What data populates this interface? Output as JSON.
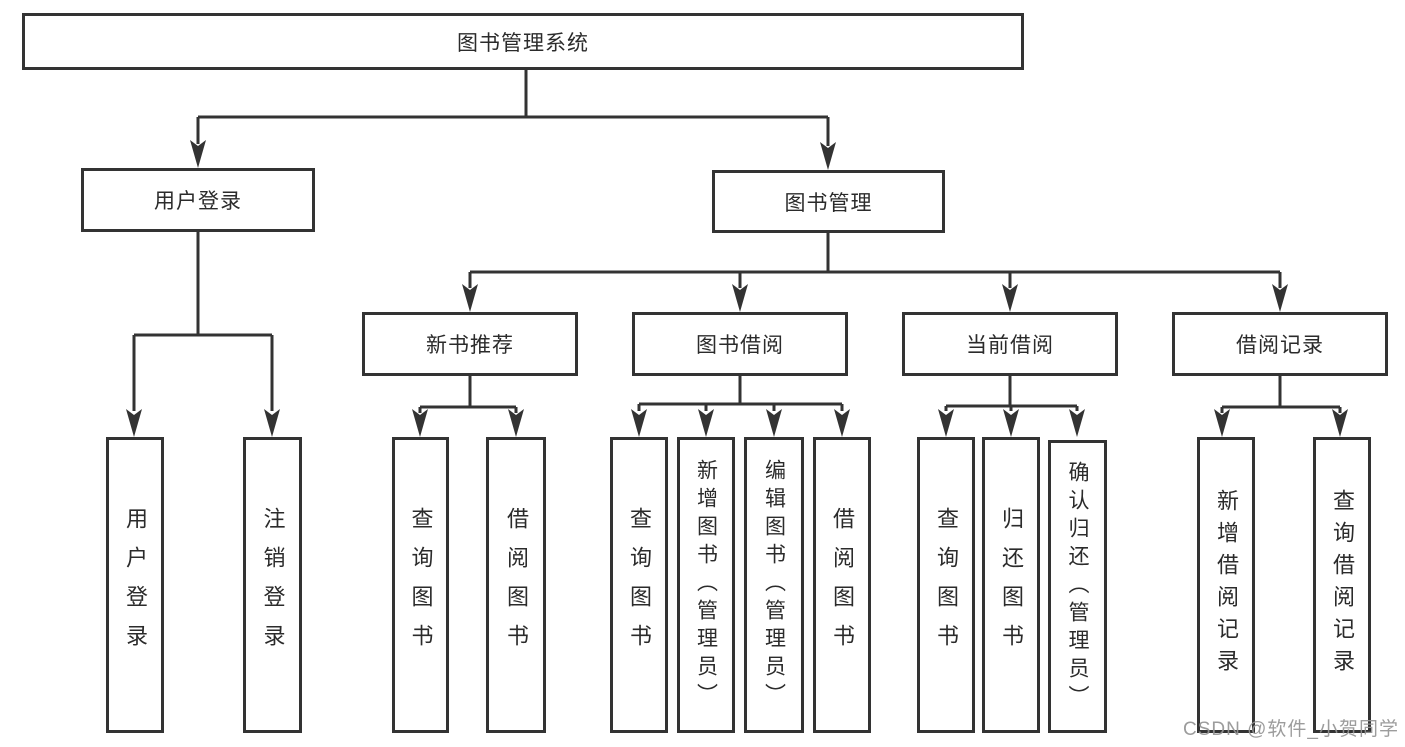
{
  "tree": {
    "label": "图书管理系统",
    "children": [
      {
        "label": "用户登录",
        "children": [
          {
            "label": "用户登录"
          },
          {
            "label": "注销登录"
          }
        ]
      },
      {
        "label": "图书管理",
        "children": [
          {
            "label": "新书推荐",
            "children": [
              {
                "label": "查询图书"
              },
              {
                "label": "借阅图书"
              }
            ]
          },
          {
            "label": "图书借阅",
            "children": [
              {
                "label": "查询图书"
              },
              {
                "label": "新增图书（管理员）"
              },
              {
                "label": "编辑图书（管理员）"
              },
              {
                "label": "借阅图书"
              }
            ]
          },
          {
            "label": "当前借阅",
            "children": [
              {
                "label": "查询图书"
              },
              {
                "label": "归还图书"
              },
              {
                "label": "确认归还（管理员）"
              }
            ]
          },
          {
            "label": "借阅记录",
            "children": [
              {
                "label": "新增借阅记录"
              },
              {
                "label": "查询借阅记录"
              }
            ]
          }
        ]
      }
    ]
  },
  "watermark": {
    "text": "CSDN @软件_小贺同学"
  },
  "colors": {
    "line": "#333333",
    "text": "#2b2b2b",
    "background": "#ffffff",
    "watermark": "#949494"
  }
}
